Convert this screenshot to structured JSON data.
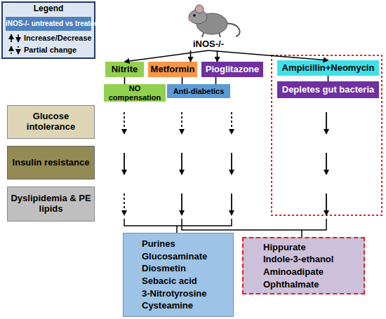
{
  "diagram": {
    "nodes": [
      {
        "text": [
          "iNOS-/-"
        ]
      },
      {
        "text": [
          "Nitrite"
        ]
      },
      {
        "text": [
          "Metformin"
        ]
      },
      {
        "text": [
          "Pioglitazone"
        ]
      },
      {
        "text": [
          "Ampicillin+Neomycin"
        ]
      },
      {
        "text": [
          "NO compensation"
        ]
      },
      {
        "text": [
          "Anti-diabetics"
        ]
      },
      {
        "text": [
          "Depletes gut bacteria"
        ]
      },
      {
        "text": [
          "Glucose intolerance"
        ]
      },
      {
        "text": [
          "Insulin resistance"
        ]
      },
      {
        "text": [
          "Dyslipidemia & PE lipids"
        ]
      },
      {
        "text": [
          "Purines",
          "Glucosaminate",
          "Diosmetin",
          "Sebacic acid",
          "3-Nitrotyrosine",
          "Cysteamine"
        ]
      },
      {
        "text": [
          "Hippurate",
          "Indole-3-ethanol",
          "Aminoadipate",
          "Ophthalmate"
        ]
      }
    ],
    "edges": [
      {
        "from": 0,
        "to": 1,
        "arrow": "to"
      },
      {
        "from": 0,
        "to": 2,
        "arrow": "to"
      },
      {
        "from": 0,
        "to": 3,
        "arrow": "to"
      },
      {
        "from": 0,
        "to": 4,
        "arrow": "to"
      },
      {
        "from": 1,
        "to": 5,
        "arrow": "none"
      },
      {
        "from": 2,
        "to": 6,
        "arrow": "none"
      },
      {
        "from": 3,
        "to": 6,
        "arrow": "none"
      },
      {
        "from": 4,
        "to": 7,
        "arrow": "none"
      }
    ],
    "labels": [
      "Legend"
    ],
    "legend": [
      {
        "text": "iNOS-/- untreated vs treated",
        "color": "#4f81bd"
      },
      {
        "text": "Increase/Decrease"
      },
      {
        "text": "Partial change"
      }
    ]
  }
}
